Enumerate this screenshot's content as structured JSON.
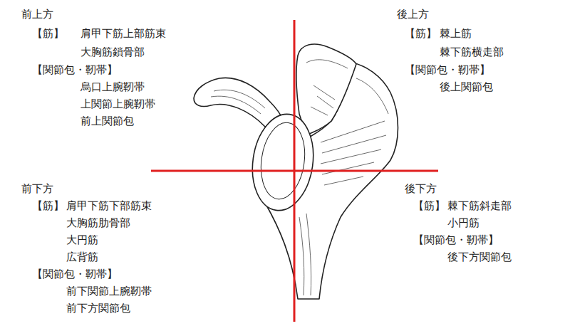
{
  "diagram": {
    "labels": [
      "前上方",
      "【筋】",
      "肩甲下筋上部筋束",
      "大胸筋鎖骨部",
      "【関節包・靭帯】",
      "烏口上腕靭帯",
      "上関節上腕靭帯",
      "前上関節包",
      "後上方",
      "【筋】",
      "棘上筋",
      "棘下筋横走部",
      "【関節包・靭帯】",
      "後上関節包",
      "前下方",
      "【筋】",
      "肩甲下筋下部筋束",
      "大胸筋肋骨部",
      "大円筋",
      "広背筋",
      "【関節包・靭帯】",
      "前下関節上腕靭帯",
      "前下方関節包",
      "後下方",
      "【筋】",
      "棘下筋斜走部",
      "小円筋",
      "【関節包・靭帯】",
      "後下方関節包"
    ]
  }
}
